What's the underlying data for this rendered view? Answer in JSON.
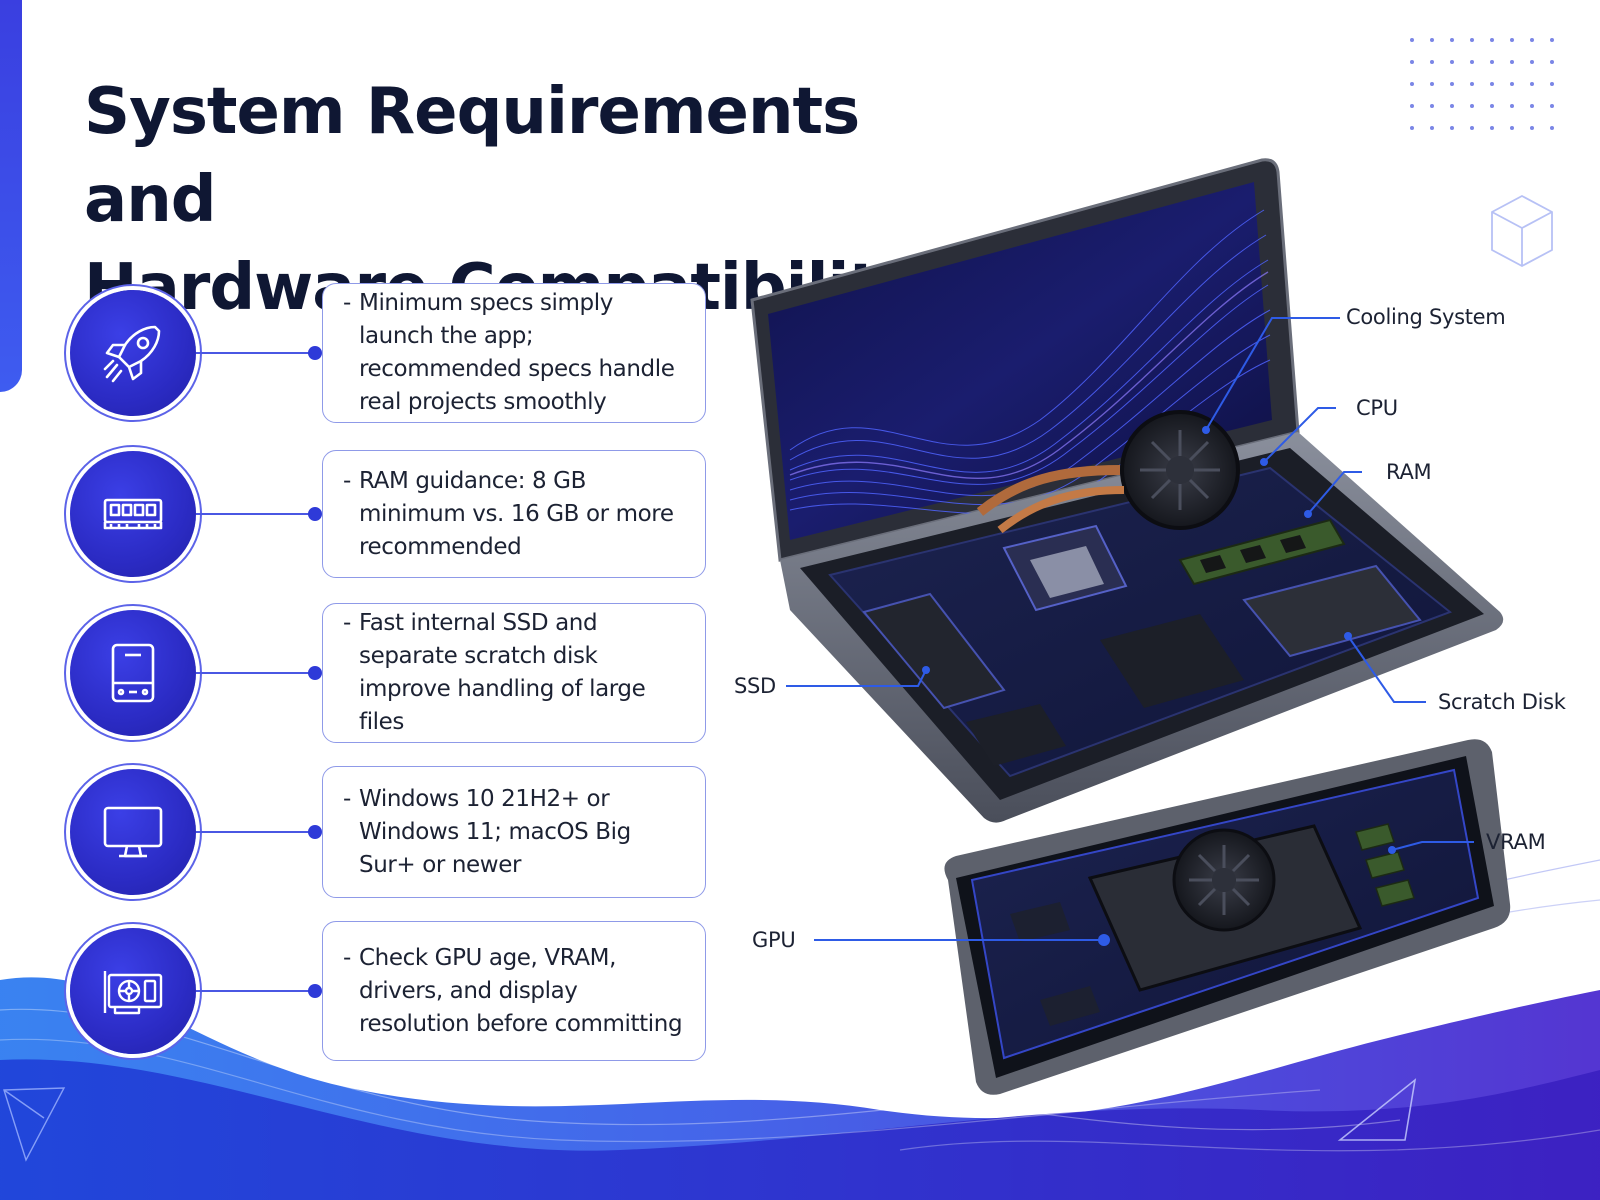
{
  "title": {
    "line1": "System Requirements and",
    "line2": "Hardware Compatibility"
  },
  "requirements": [
    {
      "icon": "rocket-icon",
      "text": "Minimum specs simply launch the app; recommended specs handle real projects smoothly"
    },
    {
      "icon": "ram-module-icon",
      "text": "RAM guidance: 8 GB minimum vs. 16 GB or more recommended"
    },
    {
      "icon": "hard-drive-icon",
      "text": "Fast internal SSD and separate scratch disk improve handling of large files"
    },
    {
      "icon": "monitor-icon",
      "text": "Windows 10 21H2+ or Windows 11; macOS Big Sur+ or newer"
    },
    {
      "icon": "graphics-card-icon",
      "text": "Check GPU age, VRAM, drivers, and display resolution before committing"
    }
  ],
  "callouts": {
    "cooling": "Cooling System",
    "cpu": "CPU",
    "ram": "RAM",
    "ssd": "SSD",
    "scratch": "Scratch Disk",
    "vram": "VRAM",
    "gpu": "GPU"
  },
  "colors": {
    "accent": "#2e3ad8",
    "icon_fill": "#2b2bc4",
    "card_border": "#8f9ae8",
    "title": "#0f1733",
    "wave_dark": "#3322c8",
    "wave_light": "#3d7ff2"
  }
}
